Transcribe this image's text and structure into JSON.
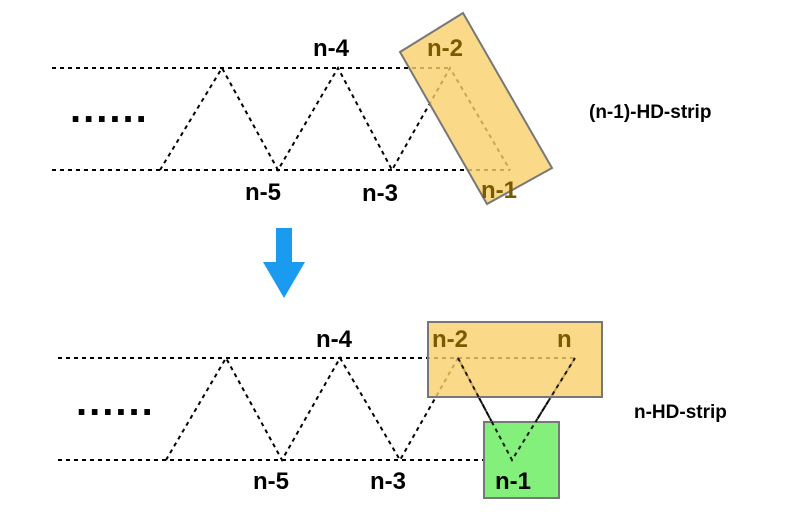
{
  "top": {
    "strip_label": "(n-1)-HD-strip",
    "ellipsis": "......",
    "labels": {
      "n4": "n-4",
      "n2": "n-2",
      "n5": "n-5",
      "n3": "n-3",
      "n1": "n-1"
    },
    "highlight_color": "#f9cf6a"
  },
  "arrow_color": "#1a9bf0",
  "bottom": {
    "strip_label": "n-HD-strip",
    "ellipsis": "......",
    "labels": {
      "n4": "n-4",
      "n2": "n-2",
      "n": "n",
      "n5": "n-5",
      "n3": "n-3",
      "n1": "n-1"
    },
    "highlight_color": "#f9cf6a",
    "green_color": "#82f07a"
  }
}
